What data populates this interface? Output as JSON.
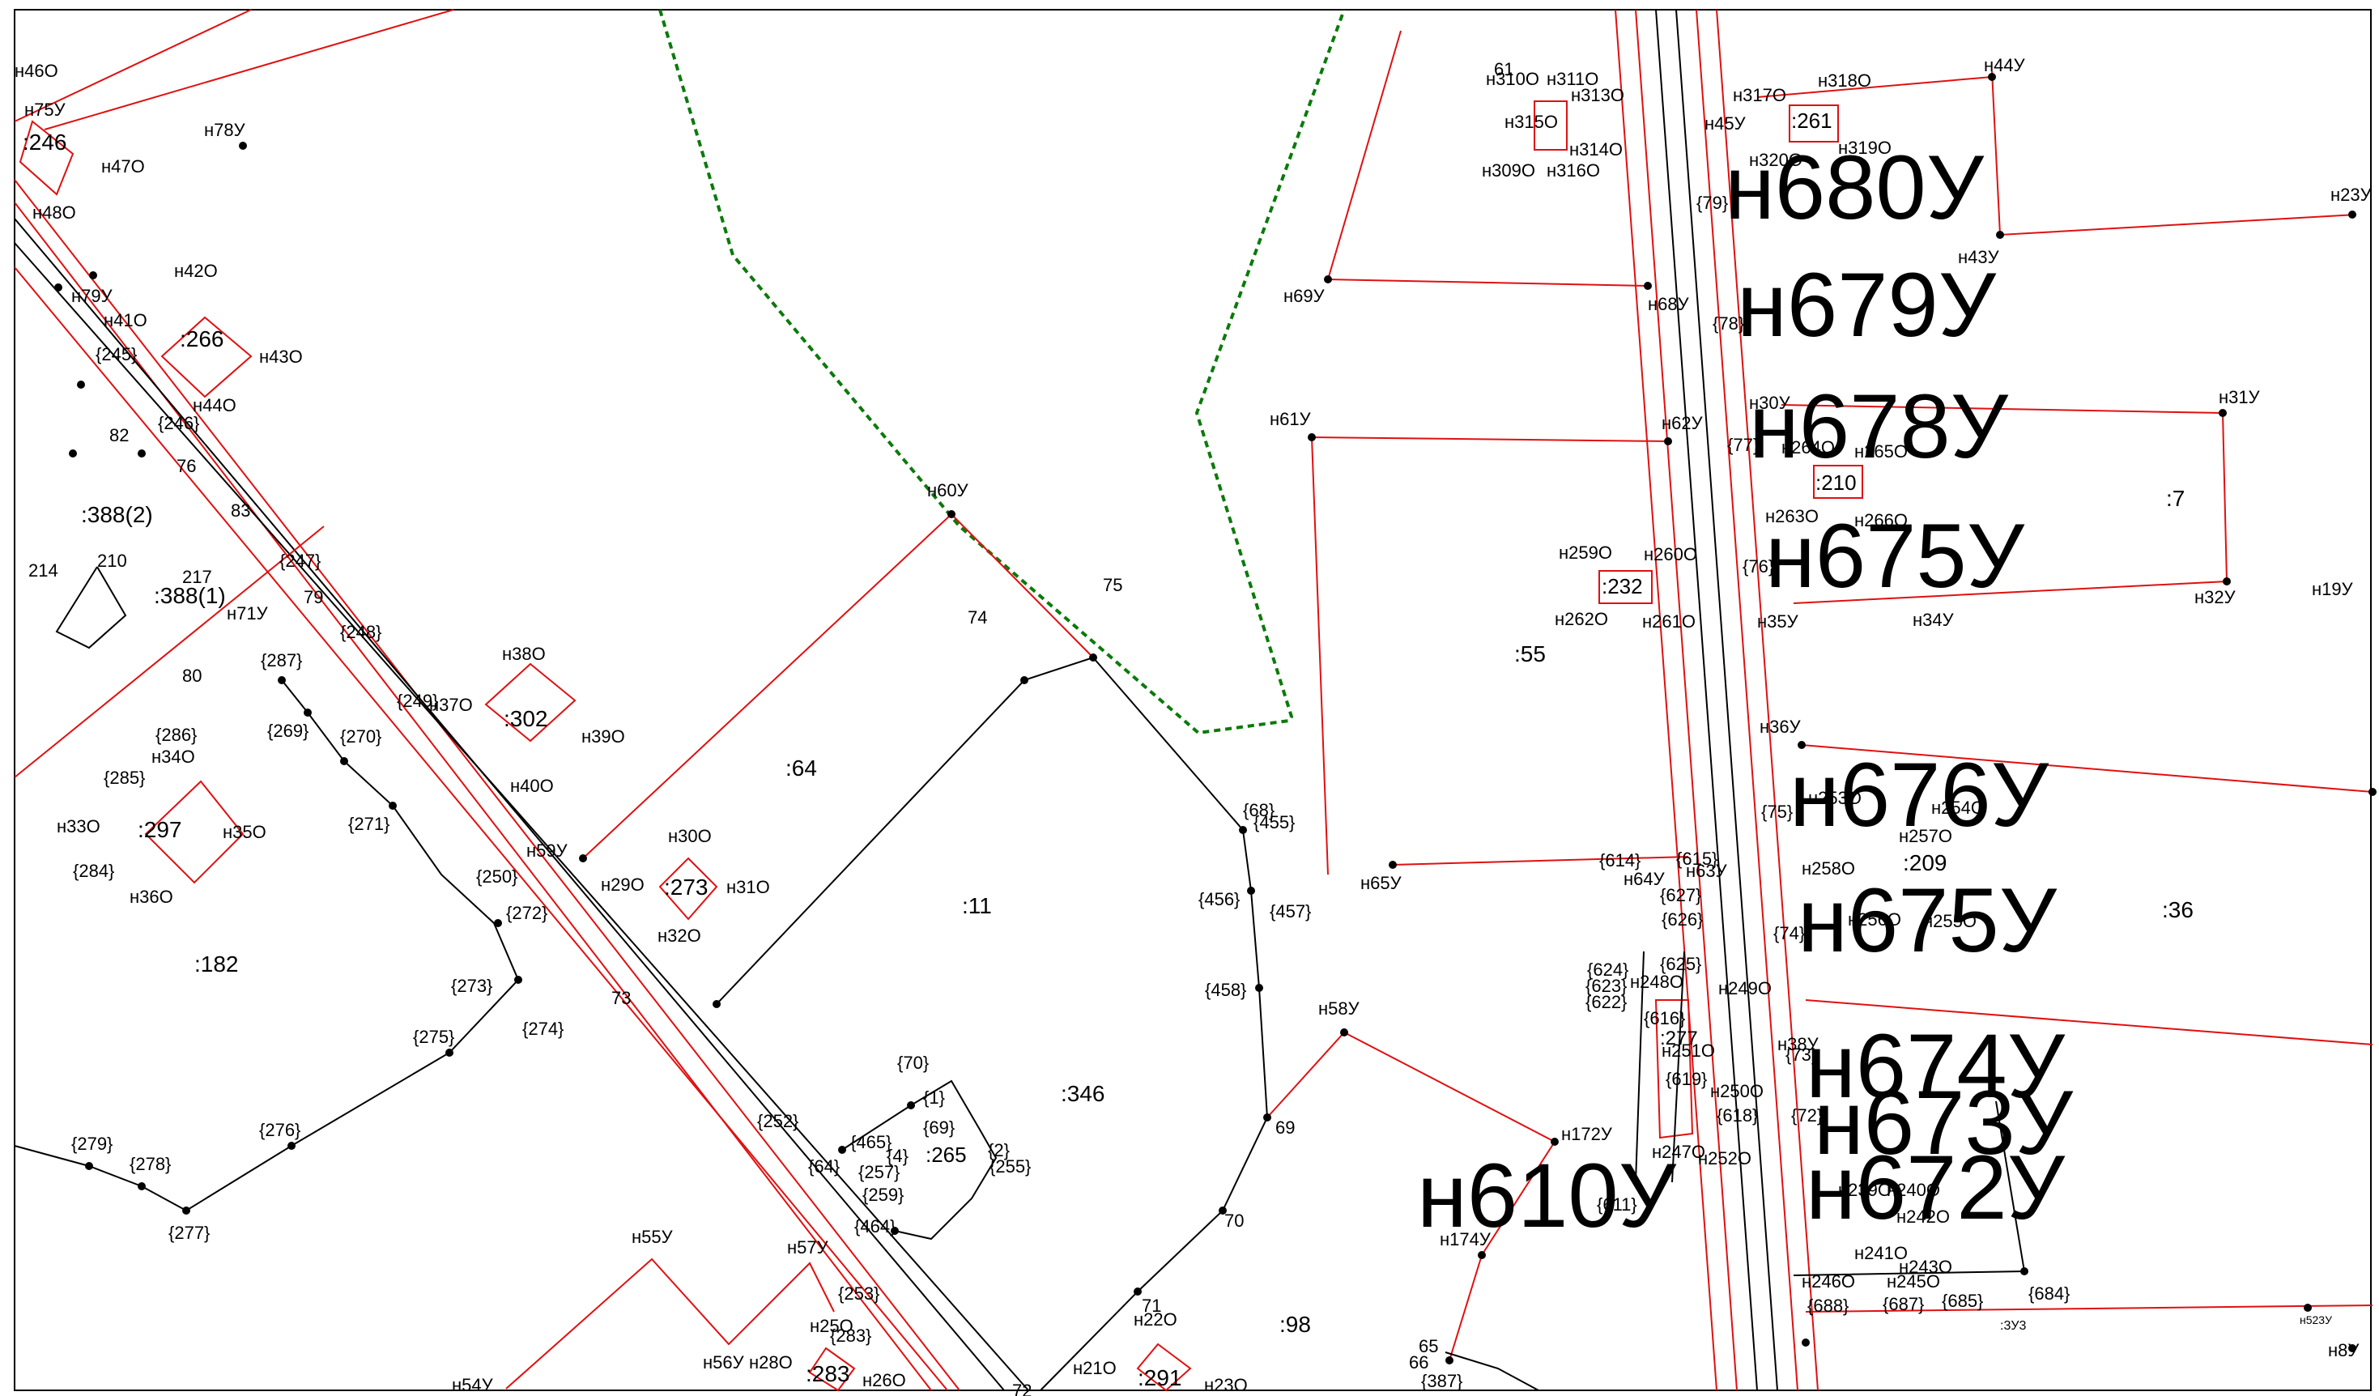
{
  "map": {
    "colors": {
      "boundary": "#e01010",
      "line": "#000000",
      "dashed": "#0a7a0a",
      "background": "#ffffff"
    },
    "big_labels": [
      "н680У",
      "н679У",
      "н678У",
      "н675У",
      "н676У",
      "н675У",
      "н674У",
      "н673У",
      "н672У",
      "н610У"
    ],
    "quarter_labels": [
      ":64",
      ":11",
      ":346",
      ":98",
      ":182",
      ":55",
      ":36",
      ":209",
      ":3У3",
      ":388(2)",
      ":388(1)",
      ":7"
    ],
    "parcel_labels": [
      ":266",
      ":302",
      ":297",
      ":273",
      ":246",
      ":283",
      ":291",
      ":261",
      ":232",
      ":210",
      ":265",
      ":277"
    ],
    "line_numbers": [
      "82",
      "76",
      "83",
      "79",
      "80",
      "74",
      "75",
      "69",
      "70",
      "71",
      "72",
      "210",
      "217",
      "214"
    ],
    "points": [
      "н46О",
      "н75У",
      "н47О",
      "н48О",
      "н78У",
      "н79У",
      "н42О",
      "н41О",
      "н43О",
      "н44О",
      "н71У",
      "н38О",
      "н37О",
      "н39О",
      "н40О",
      "н34О",
      "н33О",
      "н35О",
      "н36О",
      "н59У",
      "н60У",
      "н30О",
      "н29О",
      "н31О",
      "н32О",
      "н55У",
      "н57У",
      "н54У",
      "н56У",
      "н28О",
      "н25О",
      "н26О",
      "н22О",
      "н21О",
      "н23О",
      "н58У",
      "н172У",
      "н174У",
      "н61У",
      "н62У",
      "н65У",
      "н64У",
      "н63У",
      "н69У",
      "н68У",
      "н259О",
      "н260О",
      "н262О",
      "н261О",
      "н35У",
      "н34У",
      "н32У",
      "н31У",
      "н30У",
      "н264О",
      "н265О",
      "н263О",
      "н266О",
      "н310О",
      "н311О",
      "н313О",
      "н315О",
      "н314О",
      "н309О",
      "н316О",
      "н317О",
      "н318О",
      "н44У",
      "н45У",
      "н320О",
      "н319О",
      "н43У",
      "н23У",
      "н19У",
      "н36У",
      "н253О",
      "н254О",
      "н257О",
      "н258О",
      "н256О",
      "н255О",
      "н248О",
      "н249О",
      "н251О",
      "н250О",
      "н252О",
      "н247О",
      "н246О",
      "н245О",
      "н243О",
      "н242О",
      "н241О",
      "н240О",
      "н239О",
      "н38У",
      "н523У",
      "н8У"
    ],
    "numbers": [
      "{245}",
      "{246}",
      "{247}",
      "{248}",
      "{249}",
      "{250}",
      "{272}",
      "{273}",
      "{274}",
      "{275}",
      "{276}",
      "{277}",
      "{278}",
      "{279}",
      "{284}",
      "{285}",
      "{286}",
      "{287}",
      "{269}",
      "{270}",
      "{271}",
      "{252}",
      "{253}",
      "{68}",
      "{455}",
      "{456}",
      "{457}",
      "{458}",
      "{70}",
      "{465}",
      "{64}",
      "{257}",
      "{259}",
      "{464}",
      "{255}",
      "{2}",
      "{4}",
      "{1}",
      "{69}",
      "{614}",
      "{615}",
      "{627}",
      "{626}",
      "{625}",
      "{624}",
      "{623}",
      "{622}",
      "{616}",
      "{619}",
      "{618}",
      "{611}",
      "{79}",
      "{78}",
      "{77}",
      "{76}",
      "{75}",
      "{74}",
      "{73}",
      "{72}",
      "{684}",
      "{685}",
      "{687}",
      "{688}",
      "{387}",
      "{283}"
    ],
    "small_numbers": [
      "65",
      "66",
      "73",
      "61"
    ]
  }
}
